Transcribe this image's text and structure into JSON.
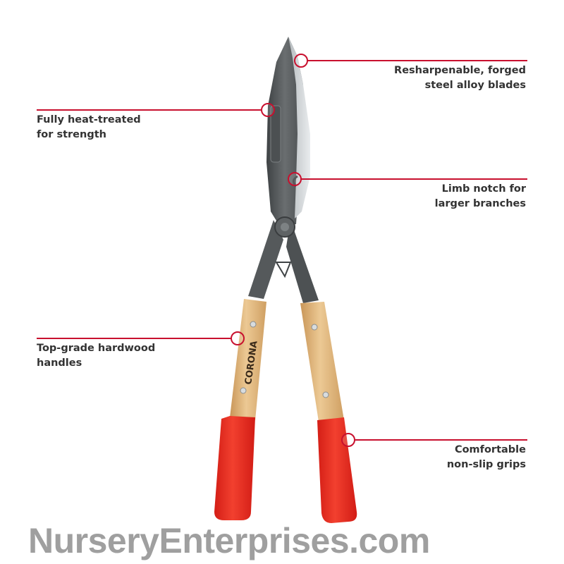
{
  "callouts": {
    "blades": {
      "line1": "Resharpenable, forged",
      "line2": "steel alloy blades"
    },
    "heat_treated": {
      "line1": "Fully heat-treated",
      "line2": "for strength"
    },
    "limb_notch": {
      "line1": "Limb notch for",
      "line2": "larger branches"
    },
    "handles": {
      "line1": "Top-grade hardwood",
      "line2": "handles"
    },
    "grips": {
      "line1": "Comfortable",
      "line2": "non-slip grips"
    }
  },
  "handle_brand": "CORONA",
  "watermark": "NurseryEnterprises.com",
  "colors": {
    "accent_line": "#c8102e",
    "grip": "#e8261f",
    "steel": "#5a5e60",
    "wood": "#e2b983",
    "text": "#333333",
    "watermark": "#8f8f8f"
  }
}
